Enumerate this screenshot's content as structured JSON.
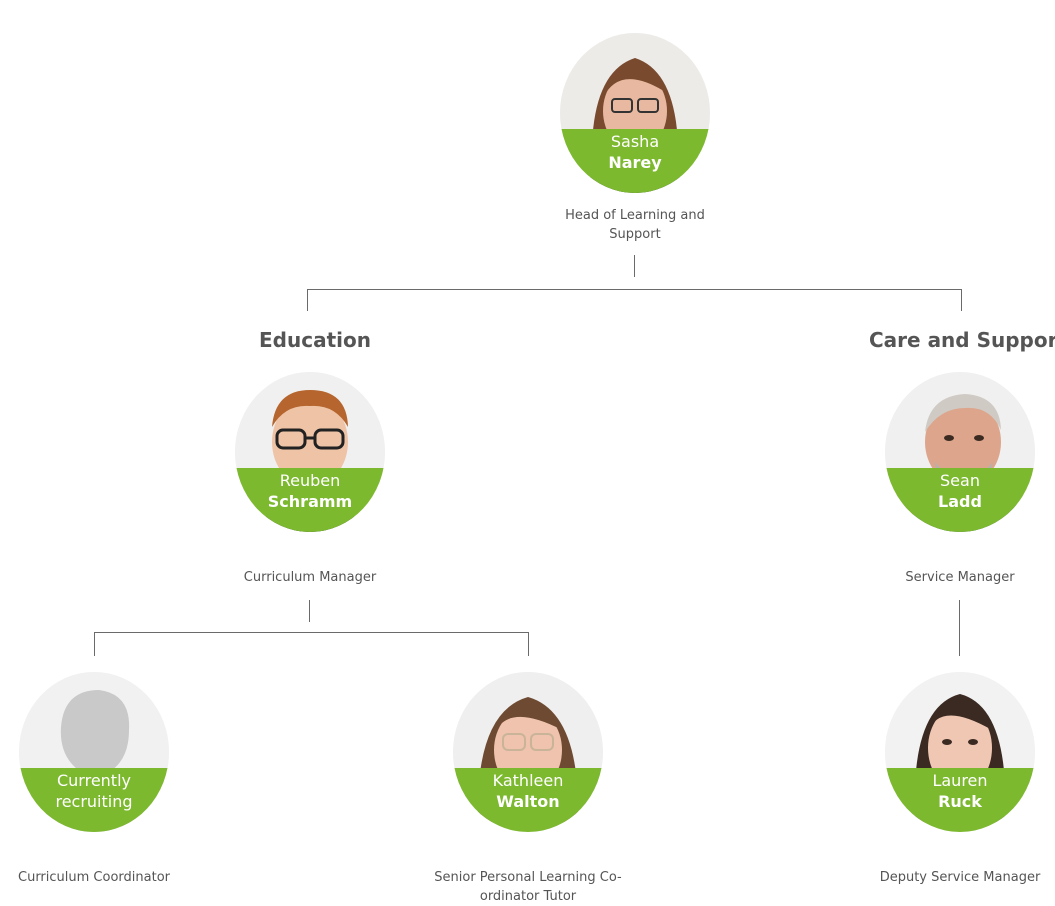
{
  "sections": {
    "education": "Education",
    "care": "Care and Support"
  },
  "people": {
    "sasha": {
      "first": "Sasha",
      "last": "Narey",
      "role": "Head of Learning and Support"
    },
    "reuben": {
      "first": "Reuben",
      "last": "Schramm",
      "role": "Curriculum Manager"
    },
    "sean": {
      "first": "Sean",
      "last": "Ladd",
      "role": "Service Manager"
    },
    "vacant": {
      "first": "Currently",
      "last": "recruiting",
      "role": "Curriculum Coordinator"
    },
    "kathleen": {
      "first": "Kathleen",
      "last": "Walton",
      "role": "Senior Personal Learning Co-ordinator Tutor"
    },
    "lauren": {
      "first": "Lauren",
      "last": "Ruck",
      "role": "Deputy Service Manager"
    }
  },
  "colors": {
    "accent": "#7cb92f",
    "text": "#555555",
    "line": "#6a6a6a"
  }
}
